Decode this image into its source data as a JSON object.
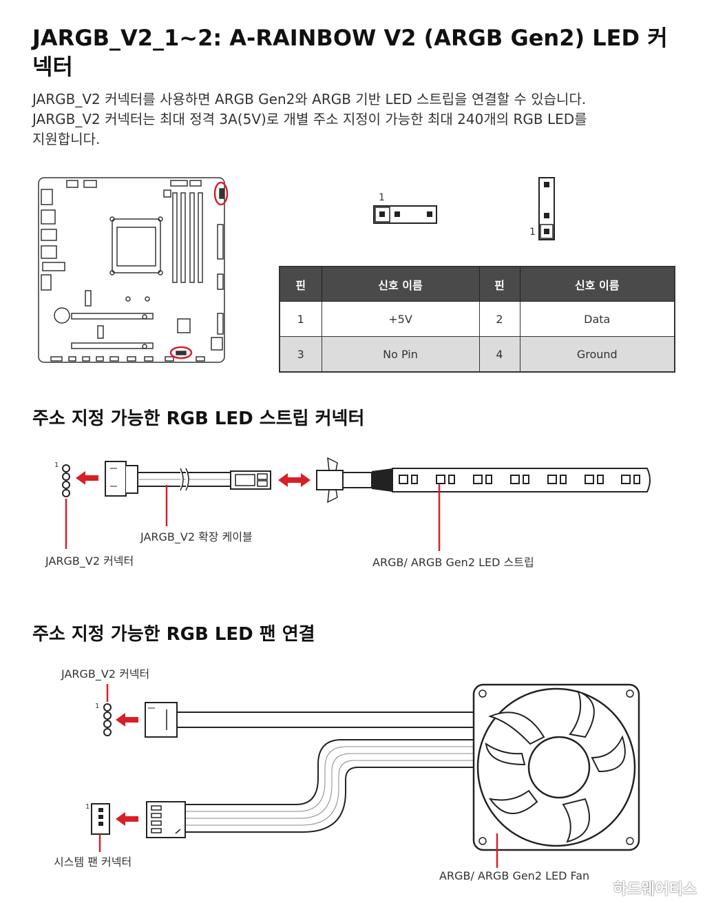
{
  "header": {
    "title": "JARGB_V2_1~2: A-RAINBOW V2 (ARGB Gen2) LED 커넥터",
    "description_line1": "JARGB_V2 커넥터를 사용하면 ARGB Gen2와 ARGB 기반 LED 스트립을 연결할 수 있습니다.",
    "description_line2": "JARGB_V2 커넥터는 최대 정격 3A(5V)로 개별 주소 지정이 가능한 최대 240개의 RGB LED를",
    "description_line3": "지원합니다."
  },
  "pin_diagram": {
    "horizontal_pin1": "1",
    "vertical_pin1": "1"
  },
  "pin_table": {
    "headers": [
      "핀",
      "신호 이름",
      "핀",
      "신호 이름"
    ],
    "rows": [
      [
        "1",
        "+5V",
        "2",
        "Data"
      ],
      [
        "3",
        "No Pin",
        "4",
        "Ground"
      ]
    ]
  },
  "strip_section": {
    "heading": "주소 지정 가능한 RGB LED 스트립 커넥터",
    "pin1": "1",
    "cable_label": "JARGB_V2 확장 케이블",
    "connector_label": "JARGB_V2 커넥터",
    "strip_label": "ARGB/ ARGB Gen2 LED 스트립"
  },
  "fan_section": {
    "heading": "주소 지정 가능한 RGB LED  팬 연결",
    "connector_label": "JARGB_V2 커넥터",
    "pin1_top": "1",
    "pin1_bottom": "1",
    "system_fan_label": "시스템 팬 커넥터",
    "fan_label": "ARGB/ ARGB Gen2 LED Fan"
  },
  "watermark": "하드웨어티스",
  "colors": {
    "accent": "#d81f26",
    "header_bg": "#4a4a4a",
    "alt_row": "#dcdcdc"
  }
}
